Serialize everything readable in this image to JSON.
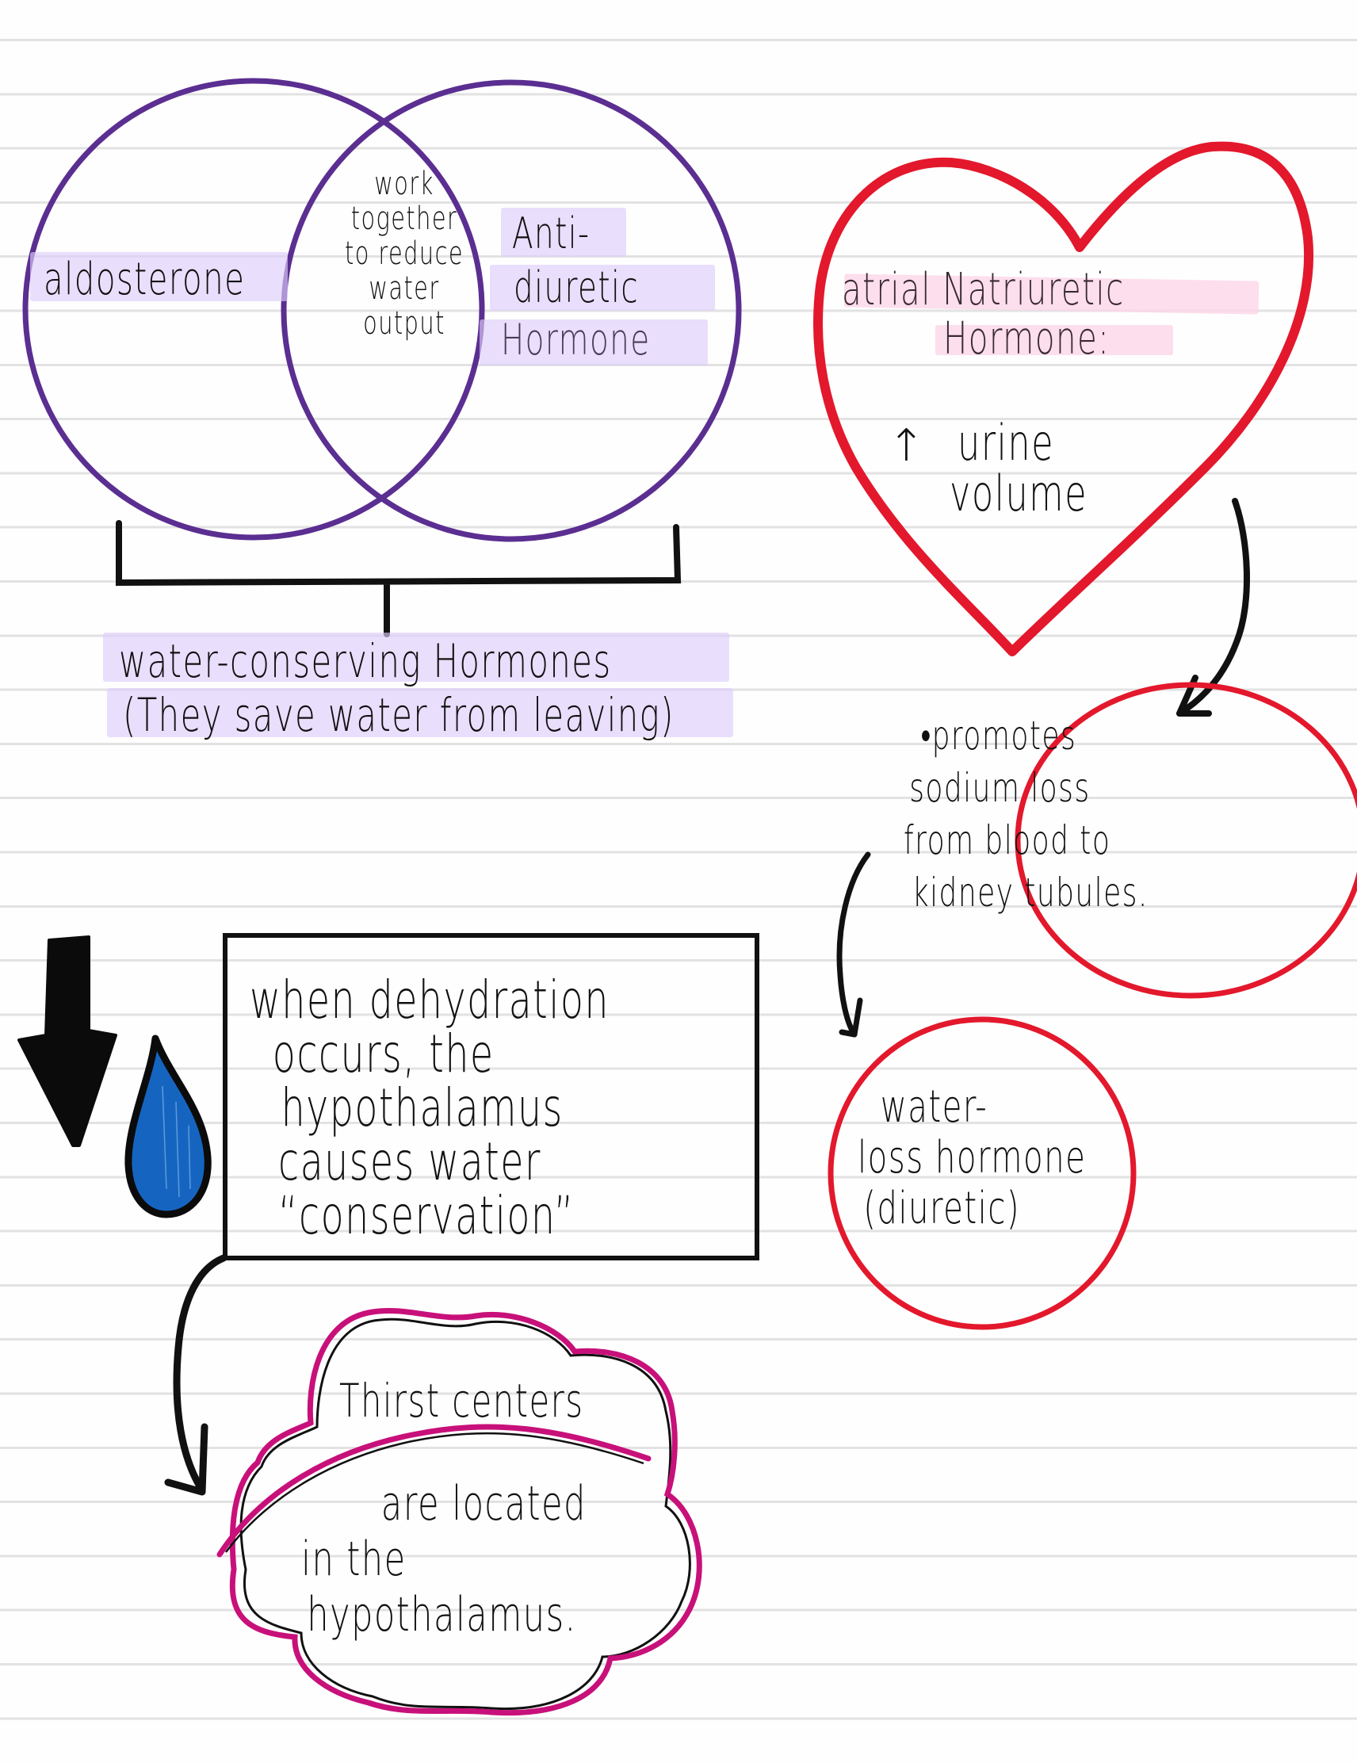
{
  "venn": {
    "left_label": "aldosterone",
    "overlap_lines": [
      "work",
      "together",
      "to reduce",
      "water",
      "output"
    ],
    "right_lines": [
      "Anti-",
      "diuretic",
      "Hormone"
    ],
    "bracket_caption_lines": [
      "water-conserving Hormones",
      "(They save water from leaving)"
    ],
    "stroke_color": "#5b2e91",
    "highlight_color": "#e6dafb"
  },
  "heart": {
    "title_lines": [
      "atrial Natriuretic",
      "Hormone:"
    ],
    "effect_arrow": "↑",
    "effect_lines": [
      "urine",
      "volume"
    ],
    "stroke_color": "#e3182c",
    "highlight_color": "#fcd6e8"
  },
  "ahh_effect_circle": {
    "lines": [
      "•promotes",
      "sodium loss",
      "from blood to",
      "kidney tubules."
    ],
    "stroke_color": "#e3182c"
  },
  "water_loss_circle": {
    "lines": [
      "water-",
      "loss hormone",
      "(diuretic)"
    ],
    "stroke_color": "#e3182c"
  },
  "dehydration_box": {
    "lines": [
      "when dehydration",
      "occurs, the",
      "hypothalamus",
      "causes water",
      "“conservation”"
    ]
  },
  "icons": {
    "down_arrow": "down-arrow-icon",
    "water_drop": "water-drop-icon",
    "drop_color": "#1565c0"
  },
  "thirst_cloud": {
    "top_line": "Thirst centers",
    "bottom_lines": [
      "are located",
      "in the",
      "hypothalamus."
    ],
    "stroke_color": "#c8107a"
  }
}
